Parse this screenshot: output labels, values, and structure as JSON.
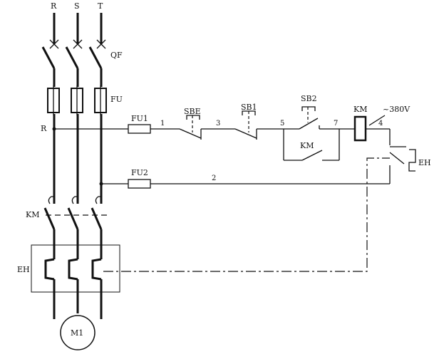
{
  "phases": {
    "r": "R",
    "s": "S",
    "t": "T"
  },
  "labels": {
    "qf": "QF",
    "fu": "FU",
    "r_node": "R",
    "fu1": "FU1",
    "fu2": "FU2",
    "sbe": "SBE",
    "sb1": "SB1",
    "sb2": "SB2",
    "km_coil": "KM",
    "voltage": "~380V",
    "km_aux": "KM",
    "eh_right": "EH",
    "km_main": "KM",
    "eh_left": "EH",
    "motor": "M1"
  },
  "nodes": {
    "n1": "1",
    "n2": "2",
    "n3": "3",
    "n4": "4",
    "n5": "5",
    "n7": "7"
  }
}
